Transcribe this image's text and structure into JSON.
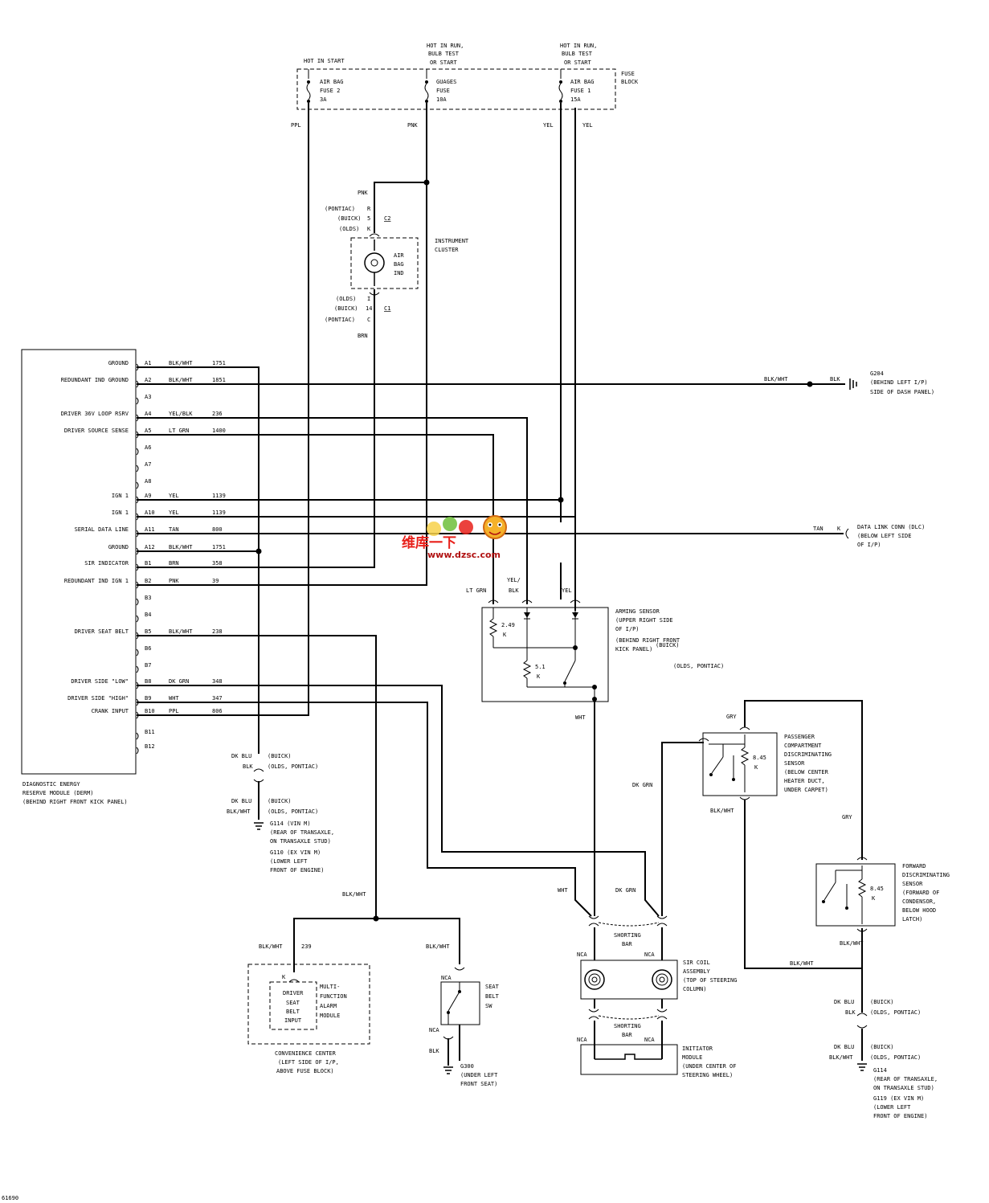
{
  "fuse_block": {
    "label": [
      "FUSE",
      "BLOCK"
    ],
    "hot_in_start": "HOT IN START",
    "hot_run_bulb": [
      "HOT IN RUN,",
      "BULB TEST",
      "OR START"
    ],
    "hot_run_bulb2": [
      "HOT IN RUN,",
      "BULB TEST",
      "OR START"
    ],
    "fuse_airbag2": [
      "AIR BAG",
      "FUSE 2",
      "3A"
    ],
    "fuse_gauges": [
      "GUAGES",
      "FUSE",
      "10A"
    ],
    "fuse_airbag1": [
      "AIR BAG",
      "FUSE 1",
      "15A"
    ],
    "wire_ppl": "PPL",
    "wire_pnk": "PNK",
    "wire_yel1": "YEL",
    "wire_yel2": "YEL"
  },
  "cluster": {
    "pnk": "PNK",
    "c2_rows": [
      [
        "(PONTIAC)",
        "R"
      ],
      [
        "(BUICK)",
        "5"
      ],
      [
        "(OLDS)",
        "K"
      ]
    ],
    "c2": "C2",
    "lamp": [
      "AIR",
      "BAG",
      "IND"
    ],
    "label": [
      "INSTRUMENT",
      "CLUSTER"
    ],
    "c1_rows": [
      [
        "(OLDS)",
        "I"
      ],
      [
        "(BUICK)",
        "14"
      ],
      [
        "(PONTIAC)",
        "C"
      ]
    ],
    "c1": "C1",
    "brn": "BRN"
  },
  "derm": {
    "pins": [
      {
        "label": "GROUND",
        "pin": "A1",
        "color": "BLK/WHT",
        "circuit": "1751"
      },
      {
        "label": "REDUNDANT IND GROUND",
        "pin": "A2",
        "color": "BLK/WHT",
        "circuit": "1851"
      },
      {
        "label": "",
        "pin": "A3",
        "color": "",
        "circuit": ""
      },
      {
        "label": "DRIVER 36V LOOP RSRV",
        "pin": "A4",
        "color": "YEL/BLK",
        "circuit": "236"
      },
      {
        "label": "DRIVER SOURCE SENSE",
        "pin": "A5",
        "color": "LT GRN",
        "circuit": "1400"
      },
      {
        "label": "",
        "pin": "A6",
        "color": "",
        "circuit": ""
      },
      {
        "label": "",
        "pin": "A7",
        "color": "",
        "circuit": ""
      },
      {
        "label": "",
        "pin": "A8",
        "color": "",
        "circuit": ""
      },
      {
        "label": "IGN 1",
        "pin": "A9",
        "color": "YEL",
        "circuit": "1139"
      },
      {
        "label": "IGN 1",
        "pin": "A10",
        "color": "YEL",
        "circuit": "1139"
      },
      {
        "label": "SERIAL DATA LINE",
        "pin": "A11",
        "color": "TAN",
        "circuit": "800"
      },
      {
        "label": "GROUND",
        "pin": "A12",
        "color": "BLK/WHT",
        "circuit": "1751"
      },
      {
        "label": "SIR INDICATOR",
        "pin": "B1",
        "color": "BRN",
        "circuit": "358"
      },
      {
        "label": "REDUNDANT IND IGN 1",
        "pin": "B2",
        "color": "PNK",
        "circuit": "39"
      },
      {
        "label": "",
        "pin": "B3",
        "color": "",
        "circuit": ""
      },
      {
        "label": "",
        "pin": "B4",
        "color": "",
        "circuit": ""
      },
      {
        "label": "DRIVER SEAT BELT",
        "pin": "B5",
        "color": "BLK/WHT",
        "circuit": "238"
      },
      {
        "label": "",
        "pin": "B6",
        "color": "",
        "circuit": ""
      },
      {
        "label": "",
        "pin": "B7",
        "color": "",
        "circuit": ""
      },
      {
        "label": "DRIVER SIDE \"LOW\"",
        "pin": "B8",
        "color": "DK GRN",
        "circuit": "348"
      },
      {
        "label": "DRIVER SIDE \"HIGH\"",
        "pin": "B9",
        "color": "WHT",
        "circuit": "347"
      },
      {
        "label": "CRANK INPUT",
        "pin": "B10",
        "color": "PPL",
        "circuit": "806"
      },
      {
        "label": "",
        "pin": "B11",
        "color": "",
        "circuit": ""
      },
      {
        "label": "",
        "pin": "B12",
        "color": "",
        "circuit": ""
      }
    ],
    "caption": [
      "DIAGNOSTIC ENERGY",
      "RESERVE MODULE (DERM)",
      "(BEHIND RIGHT FRONT KICK PANEL)"
    ]
  },
  "g204": {
    "wire": "BLK/WHT",
    "wire2": "BLK",
    "label": [
      "G204",
      "(BEHIND LEFT I/P)",
      "SIDE OF DASH PANEL)"
    ]
  },
  "dlc": {
    "wire": "TAN",
    "pin": "K",
    "label": [
      "DATA LINK CONN (DLC)",
      "(BELOW LEFT SIDE",
      "OF I/P)"
    ]
  },
  "arming": {
    "wire_ltgrn": "LT GRN",
    "wire_yelblk": [
      "YEL/",
      "BLK"
    ],
    "wire_yel": "YEL",
    "r1": [
      "2.49",
      "K"
    ],
    "r2": [
      "5.1",
      "K"
    ],
    "label": [
      "ARMING SENSOR",
      "(UPPER RIGHT SIDE",
      "OF I/P)",
      "(BEHIND RIGHT FRONT",
      "KICK PANEL)"
    ],
    "buick": "(BUICK)",
    "olds": "(OLDS, PONTIAC)",
    "wht": "WHT"
  },
  "ground_left": {
    "dkblu1": "DK BLU",
    "buick1": "(BUICK)",
    "blk1": "BLK",
    "olds1": "(OLDS, PONTIAC)",
    "dkblu2": "DK BLU",
    "buick2": "(BUICK)",
    "blkwht2": "BLK/WHT",
    "olds2": "(OLDS, PONTIAC)",
    "g114": [
      "G114 (VIN M)",
      "(REAR OF TRANSAXLE,",
      "ON TRANSAXLE STUD)"
    ],
    "g110": [
      "G110 (EX VIN M)",
      "(LOWER LEFT",
      "FRONT OF ENGINE)"
    ]
  },
  "passenger": {
    "gry": "GRY",
    "r": [
      "8.45",
      "K"
    ],
    "label": [
      "PASSENGER",
      "COMPARTMENT",
      "DISCRIMINATING",
      "SENSOR",
      "(BELOW CENTER",
      "HEATER DUCT,",
      "UNDER CARPET)"
    ],
    "dkgrn": "DK GRN",
    "blkwht": "BLK/WHT"
  },
  "forward": {
    "gry": "GRY",
    "r": [
      "8.45",
      "K"
    ],
    "label": [
      "FORWARD",
      "DISCRIMINATING",
      "SENSOR",
      "(FORWARD OF",
      "CONDENSOR,",
      "BELOW HOOD",
      "LATCH)"
    ],
    "blkwht": "BLK/WHT",
    "blkwht2": "BLK/WHT"
  },
  "ground_right": {
    "dkblu1": "DK BLU",
    "buick1": "(BUICK)",
    "blk1": "BLK",
    "olds1": "(OLDS, PONTIAC)",
    "dkblu2": "DK BLU",
    "buick2": "(BUICK)",
    "blkwht2": "BLK/WHT",
    "olds2": "(OLDS, PONTIAC)",
    "g114": [
      "G114",
      "(REAR OF TRANSAXLE,",
      "ON TRANSAXLE STUD)"
    ],
    "g119": [
      "G119 (EX VIN M)",
      "(LOWER LEFT",
      "FRONT OF ENGINE)"
    ]
  },
  "sir_coil": {
    "wht": "WHT",
    "dkgrn": "DK GRN",
    "shorting_bar": [
      "SHORTING",
      "BAR"
    ],
    "nca_l": "NCA",
    "nca_r": "NCA",
    "label": [
      "SIR COIL",
      "ASSEMBLY",
      "(TOP OF STEERING",
      "COLUMN)"
    ],
    "shorting_bar2": [
      "SHORTING",
      "BAR"
    ],
    "nca_l2": "NCA",
    "nca_r2": "NCA",
    "initiator": [
      "INITIATOR",
      "MODULE",
      "(UNDER CENTER OF",
      "STEERING WHEEL)"
    ]
  },
  "seatbelt": {
    "blkwht_top": "BLK/WHT",
    "blkwht_l": "BLK/WHT",
    "c239": "239",
    "k": "K",
    "input": [
      "DRIVER",
      "SEAT",
      "BELT",
      "INPUT"
    ],
    "mfam": [
      "MULTI-",
      "FUNCTION",
      "ALARM",
      "MODULE"
    ],
    "conv": [
      "CONVENIENCE CENTER",
      "(LEFT SIDE OF I/P,",
      "ABOVE FUSE BLOCK)"
    ],
    "blkwht_r": "BLK/WHT",
    "nca1": "NCA",
    "nca2": "NCA",
    "sw": [
      "SEAT",
      "BELT",
      "SW"
    ],
    "blk": "BLK",
    "g300": [
      "G300",
      "(UNDER LEFT",
      "FRONT SEAT)"
    ]
  },
  "watermark": {
    "cn": "维库一下",
    "url": "www.dzsc.com"
  },
  "footer": "61690"
}
